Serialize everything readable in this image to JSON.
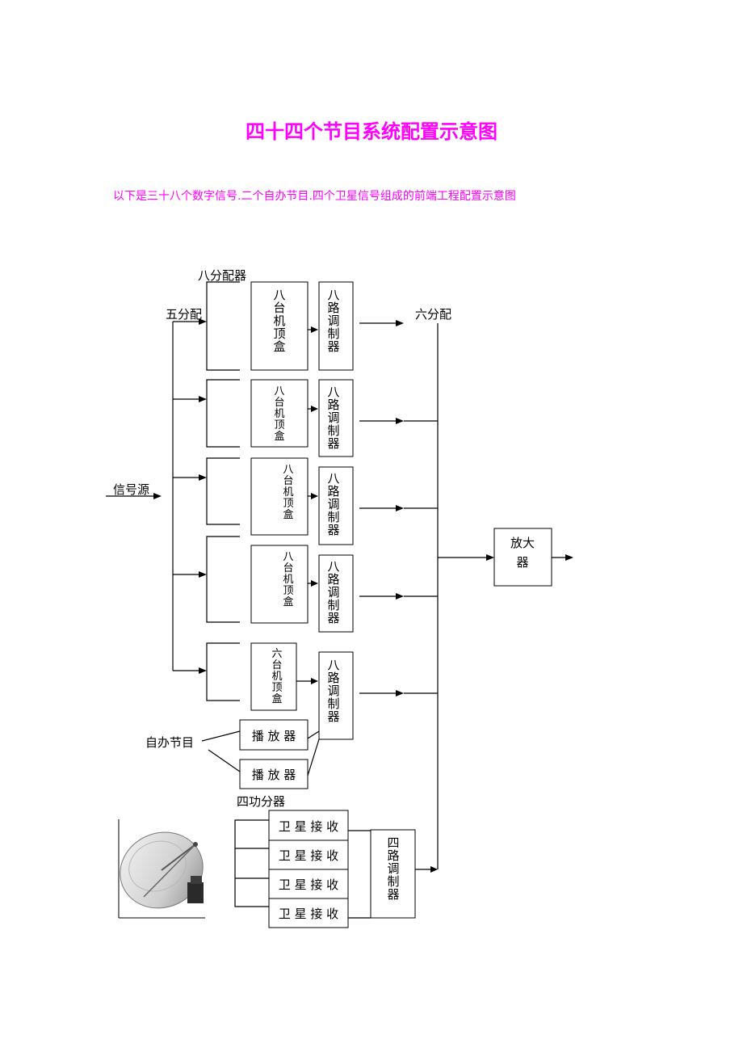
{
  "title": "四十四个节目系统配置示意图",
  "subtitle": "以下是三十八个数字信号.二个自办节目.四个卫星信号组成的前端工程配置示意图",
  "labels": {
    "splitter8": "八分配器",
    "splitter5": "五分配",
    "splitter6": "六分配",
    "source": "信号源",
    "self_programs": "自办节目",
    "combiner4": "四功分器"
  },
  "stb8": [
    "八",
    "台",
    "机",
    "顶",
    "盒"
  ],
  "stb6": [
    "六",
    "台",
    "机",
    "顶",
    "盒"
  ],
  "mod8": [
    "八",
    "路",
    "调",
    "制",
    "器"
  ],
  "mod4": [
    "四",
    "路",
    "调",
    "制",
    "器"
  ],
  "amplifier": [
    "放大",
    "器"
  ],
  "player": "播 放 器",
  "satellite_receiver": "卫 星 接 收"
}
